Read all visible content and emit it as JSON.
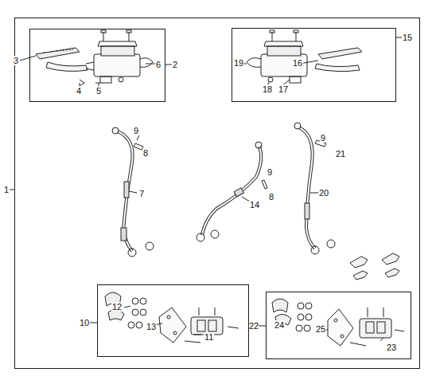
{
  "diagram": {
    "nodes": [
      {
        "text": [
          "1"
        ]
      },
      {
        "text": [
          "2"
        ],
        "in": 0
      },
      {
        "text": [
          "15"
        ],
        "in": 0
      },
      {
        "text": [
          "10"
        ],
        "in": 0
      },
      {
        "text": [
          "22"
        ],
        "in": 0
      }
    ],
    "labels": [
      "3",
      "4",
      "5",
      "6",
      "19",
      "18",
      "17",
      "16",
      "9",
      "8",
      "7",
      "9",
      "8",
      "14",
      "9",
      "21",
      "20",
      "12",
      "13",
      "11",
      "24",
      "25",
      "23"
    ]
  }
}
